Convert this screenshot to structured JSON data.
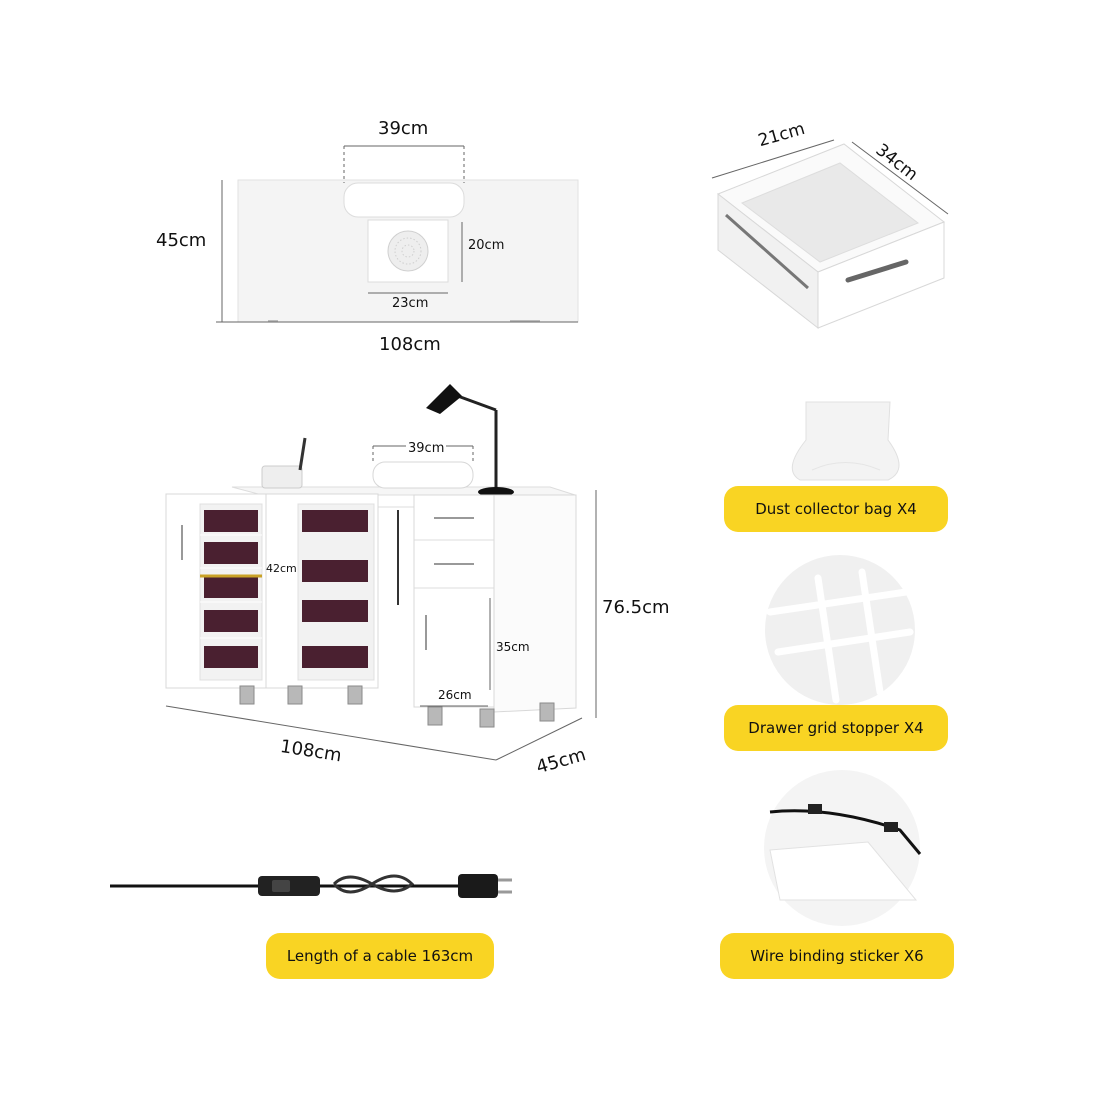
{
  "top_view": {
    "armrest_width": "39cm",
    "depth": "45cm",
    "fan_height": "20cm",
    "fan_width": "23cm",
    "length": "108cm"
  },
  "drawer": {
    "width": "21cm",
    "depth": "34cm"
  },
  "main_view": {
    "armrest_width": "39cm",
    "shelf_depth": "42cm",
    "height": "76.5cm",
    "cabinet_height": "35cm",
    "cabinet_width": "26cm",
    "length": "108cm",
    "depth": "45cm"
  },
  "accessories": [
    {
      "label": "Dust collector bag  X4"
    },
    {
      "label": "Drawer grid stopper  X4"
    },
    {
      "label": "Wire binding sticker  X6"
    }
  ],
  "cable": {
    "label": "Length of a cable 163cm"
  },
  "colors": {
    "accent": "#f9d423",
    "line": "#555555",
    "panel": "#f3f3f3"
  }
}
